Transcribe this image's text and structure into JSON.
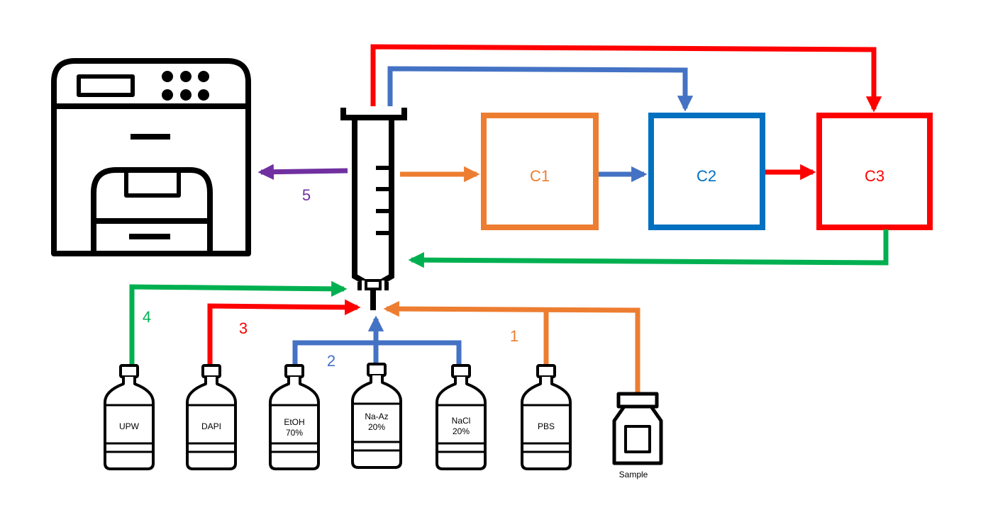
{
  "colors": {
    "orange": "#ED7D31",
    "blue": "#4472C4",
    "darkblue": "#0070C0",
    "red": "#FF0000",
    "green": "#00B050",
    "purple": "#7030A0",
    "black": "#000000"
  },
  "chambers": [
    {
      "id": "c1",
      "label": "C1"
    },
    {
      "id": "c2",
      "label": "C2"
    },
    {
      "id": "c3",
      "label": "C3"
    }
  ],
  "steps": {
    "s1": "1",
    "s2": "2",
    "s3": "3",
    "s4": "4",
    "s5": "5"
  },
  "bottles": {
    "upw": {
      "line1": "UPW",
      "line2": ""
    },
    "dapi": {
      "line1": "DAPI",
      "line2": ""
    },
    "etoh": {
      "line1": "EtOH",
      "line2": "70%"
    },
    "naaz": {
      "line1": "Na-Az",
      "line2": "20%"
    },
    "nacl": {
      "line1": "NaCl",
      "line2": "20%"
    },
    "pbs": {
      "line1": "PBS",
      "line2": ""
    }
  },
  "sample": {
    "label": "Sample"
  },
  "icons": [
    "printer-icon",
    "syringe-icon",
    "bottle-icon",
    "sample-jar-icon"
  ]
}
